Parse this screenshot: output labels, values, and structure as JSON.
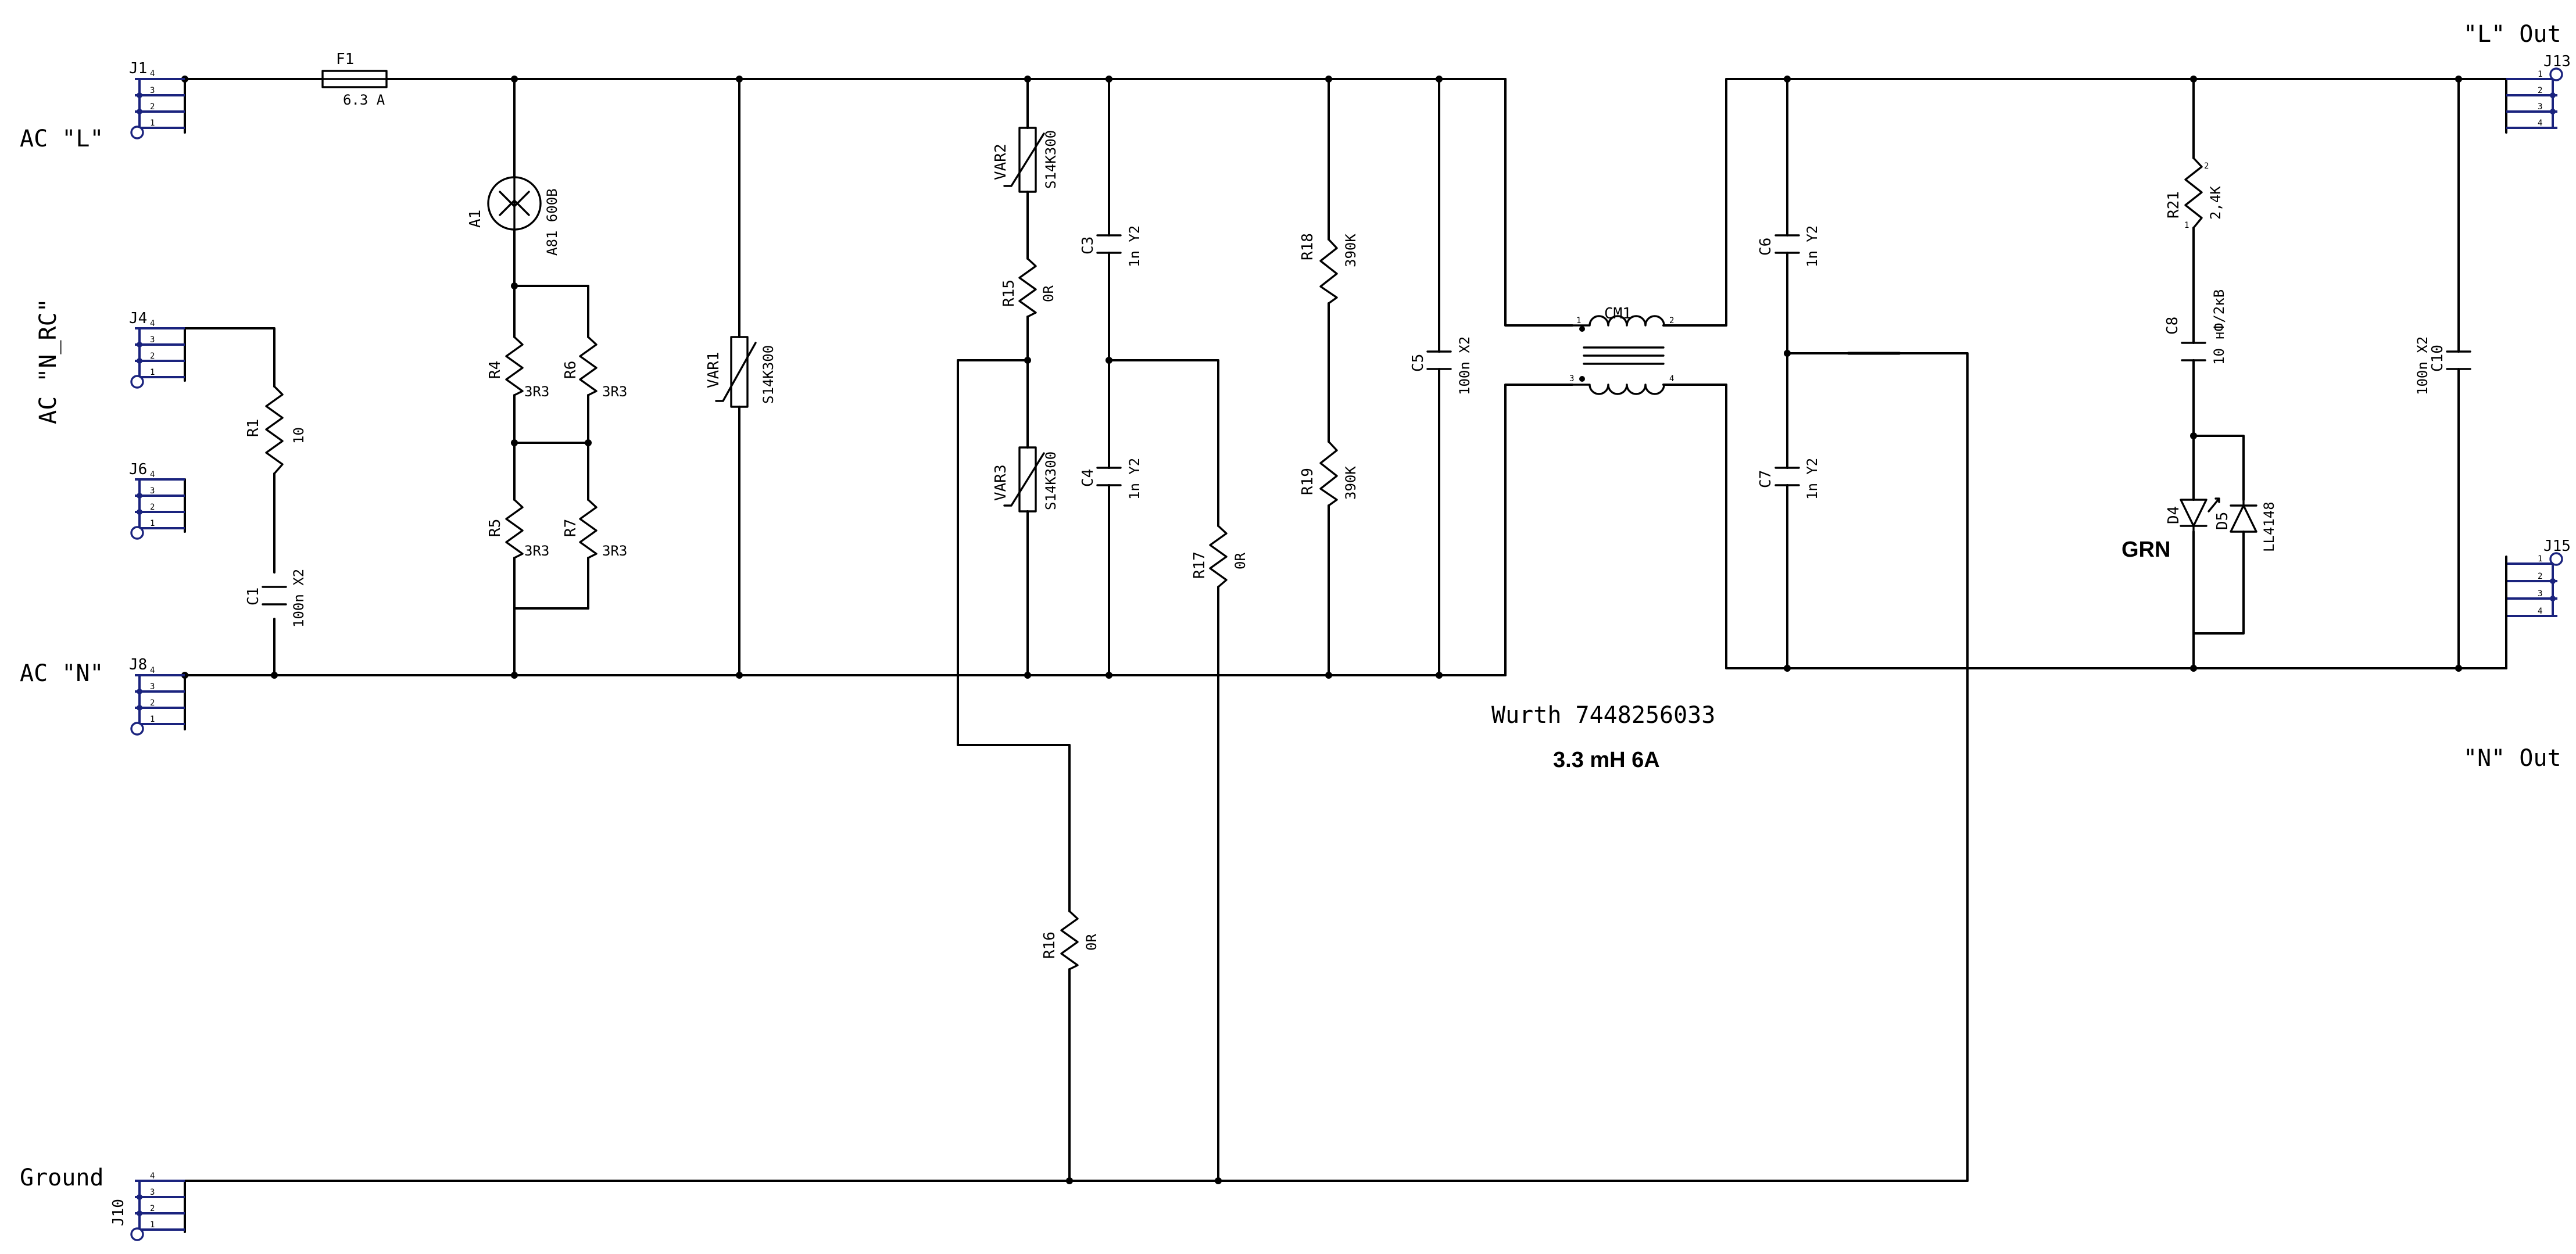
{
  "net_labels": {
    "ac_l": "AC \"L\"",
    "ac_n_rc": "AC \"N_RC\"",
    "ac_n": "AC \"N\"",
    "ground": "Ground",
    "l_out": "\"L\" Out",
    "n_out": "\"N\" Out"
  },
  "connectors": {
    "j1": "J1",
    "j4": "J4",
    "j6": "J6",
    "j8": "J8",
    "j10": "J10",
    "j13": "J13",
    "j15": "J15",
    "pins": [
      "1",
      "2",
      "3",
      "4"
    ]
  },
  "components": {
    "f1": {
      "ref": "F1",
      "value": "6.3 A"
    },
    "a1": {
      "ref": "A1",
      "value": "A81 600B"
    },
    "r1": {
      "ref": "R1",
      "value": "10"
    },
    "c1": {
      "ref": "C1",
      "value": "100n X2"
    },
    "r4": {
      "ref": "R4",
      "value": "3R3"
    },
    "r5": {
      "ref": "R5",
      "value": "3R3"
    },
    "r6": {
      "ref": "R6",
      "value": "3R3"
    },
    "r7": {
      "ref": "R7",
      "value": "3R3"
    },
    "var1": {
      "ref": "VAR1",
      "value": "S14K300"
    },
    "var2": {
      "ref": "VAR2",
      "value": "S14K300"
    },
    "var3": {
      "ref": "VAR3",
      "value": "S14K300"
    },
    "r15": {
      "ref": "R15",
      "value": "0R"
    },
    "r16": {
      "ref": "R16",
      "value": "0R"
    },
    "r17": {
      "ref": "R17",
      "value": "0R"
    },
    "c3": {
      "ref": "C3",
      "value": "1n Y2"
    },
    "c4": {
      "ref": "C4",
      "value": "1n Y2"
    },
    "r18": {
      "ref": "R18",
      "value": "390K"
    },
    "r19": {
      "ref": "R19",
      "value": "390K"
    },
    "c5": {
      "ref": "C5",
      "value": "100n X2"
    },
    "cm1": {
      "ref": "CM1",
      "pin1": "1",
      "pin2": "2",
      "pin3": "3",
      "pin4": "4"
    },
    "c6": {
      "ref": "C6",
      "value": "1n Y2"
    },
    "c7": {
      "ref": "C7",
      "value": "1n Y2"
    },
    "r21": {
      "ref": "R21",
      "value": "2,4K",
      "pin1": "1",
      "pin2": "2"
    },
    "c8": {
      "ref": "C8",
      "value": "10 нФ/2кВ"
    },
    "d4": {
      "ref": "D4",
      "value": "GRN"
    },
    "d5": {
      "ref": "D5",
      "value": "LL4148"
    },
    "c10": {
      "ref": "C10",
      "value": "100n X2"
    }
  },
  "choke_label": {
    "part": "Wurth 7448256033",
    "spec": "3.3 mH 6A"
  }
}
